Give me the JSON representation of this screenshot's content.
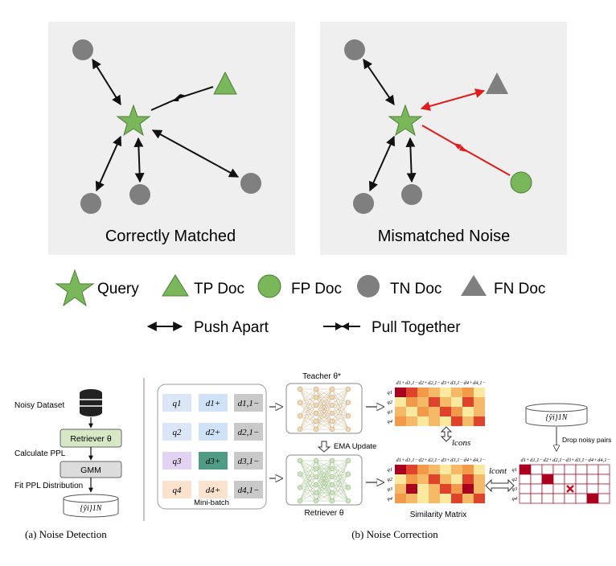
{
  "top": {
    "panel_left_title": "Correctly Matched",
    "panel_right_title": "Mismatched Noise"
  },
  "legend": {
    "query": "Query",
    "tp_doc": "TP Doc",
    "fp_doc": "FP Doc",
    "tn_doc": "TN Doc",
    "fn_doc": "FN Doc",
    "push_apart": "Push Apart",
    "pull_together": "Pull Together"
  },
  "noise_detection": {
    "noisy_dataset": "Noisy Dataset",
    "retriever": "Retriever θ",
    "calculate_ppl": "Calculate PPL",
    "gmm": "GMM",
    "fit_ppl": "Fit PPL Distribution",
    "output_set": "{ŷi}1N",
    "caption": "(a)  Noise Detection"
  },
  "noise_correction": {
    "minibatch_label": "Mini-batch",
    "q_labels": [
      "q1",
      "q2",
      "q3",
      "q4"
    ],
    "dpos_labels": [
      "d1+",
      "d2+",
      "d3+",
      "d4+"
    ],
    "dneg_labels": [
      "d1,1−",
      "d2,1−",
      "d3,1−",
      "d4,1−"
    ],
    "teacher": "Teacher θ*",
    "retriever": "Retriever θ",
    "ema_update": "EMA Update",
    "l_cons": "lcons",
    "l_cont": "lcont",
    "similarity_matrix": "Similarity Matrix",
    "drop_noisy": "Drop noisy pairs",
    "label_set": "{ŷi}1N",
    "matrix_cols": [
      "d1+",
      "d1,1−",
      "d2+",
      "d2,1−",
      "d3+",
      "d3,1−",
      "d4+",
      "d4,1−"
    ],
    "matrix_rows": [
      "q1",
      "q2",
      "q3",
      "q4"
    ],
    "caption": "(b)  Noise Correction"
  },
  "colors": {
    "panel_bg": "#efefef",
    "green": "#7ab65a",
    "gray": "#7f7f7f",
    "red": "#e21a1a",
    "dark_red": "#a8001e"
  }
}
